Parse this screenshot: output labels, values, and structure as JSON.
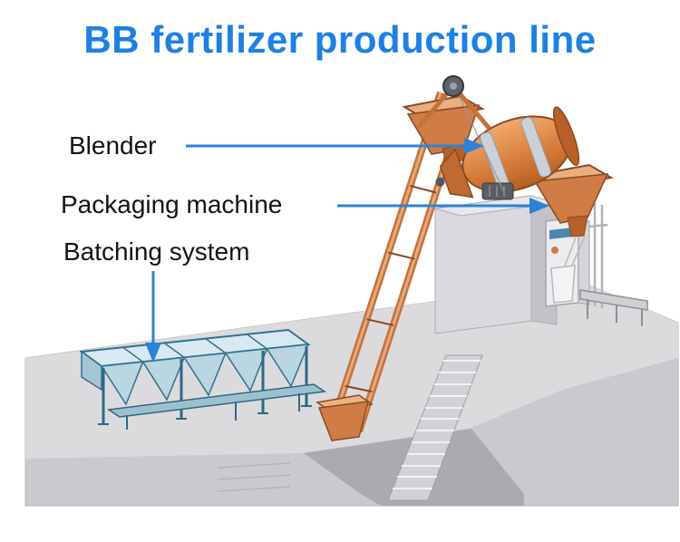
{
  "title": "BB fertilizer production line",
  "labels": {
    "blender": "Blender",
    "packaging": "Packaging machine",
    "batching": "Batching system"
  },
  "colors": {
    "title_blue": "#1b80e8",
    "arrow_blue": "#2b82d9",
    "machine_orange": "#cf7c46",
    "batching_blue": "#4e8fae",
    "concrete_gray": "#cdcdd2"
  }
}
